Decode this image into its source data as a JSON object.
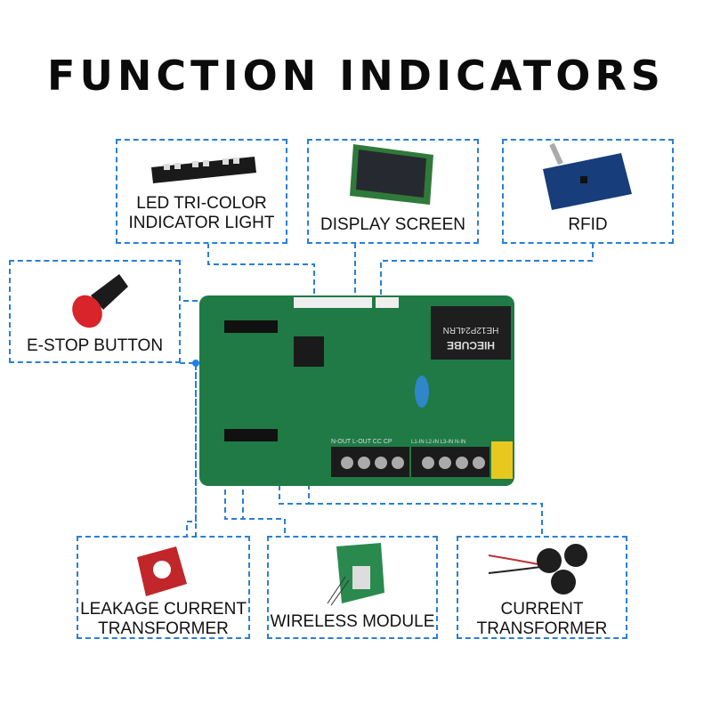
{
  "title": "FUNCTION INDICATORS",
  "components": {
    "led": {
      "line1": "LED TRI-COLOR",
      "line2": "INDICATOR LIGHT"
    },
    "display": {
      "line1": "DISPLAY SCREEN"
    },
    "rfid": {
      "line1": "RFID"
    },
    "estop": {
      "line1": "E-STOP BUTTON"
    },
    "leakage": {
      "line1": "LEAKAGE CURRENT",
      "line2": "TRANSFORMER"
    },
    "wireless": {
      "line1": "WIRELESS MODULE"
    },
    "current": {
      "line1": "CURRENT",
      "line2": "TRANSFORMER"
    }
  },
  "board": {
    "relay_brand": "HIECUBE",
    "relay_model": "HE12P24LRN",
    "terminal_label_left": "N-OUT L-OUT CC  CP",
    "terminal_label_right": "L1-IN L2-IN L3-IN N-IN"
  },
  "colors": {
    "accent": "#2a7fd4",
    "pcb": "#1f7a45"
  }
}
